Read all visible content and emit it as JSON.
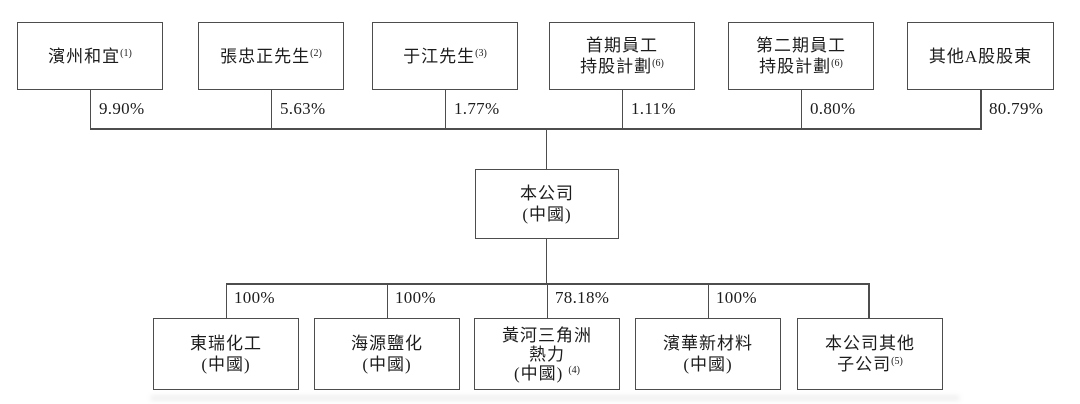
{
  "diagram": {
    "type": "shareholding-structure",
    "colors": {
      "line": "#4d4d4d",
      "text": "#1c1c1c",
      "background": "#ffffff"
    },
    "company": {
      "name": "本公司",
      "location": "(中國)"
    },
    "shareholders": [
      {
        "name": "濱州和宜",
        "note": "(1)",
        "ownership": "9.90%"
      },
      {
        "name": "張忠正先生",
        "note": "(2)",
        "ownership": "5.63%"
      },
      {
        "name": "于江先生",
        "note": "(3)",
        "ownership": "1.77%"
      },
      {
        "line1": "首期員工",
        "line2": "持股計劃",
        "note": "(6)",
        "ownership": "1.11%"
      },
      {
        "line1": "第二期員工",
        "line2": "持股計劃",
        "note": "(6)",
        "ownership": "0.80%"
      },
      {
        "name": "其他A股股東",
        "note": "",
        "ownership": "80.79%"
      }
    ],
    "subsidiaries": [
      {
        "name": "東瑞化工",
        "location": "(中國)",
        "note": "",
        "ownership": "100%"
      },
      {
        "name": "海源鹽化",
        "location": "(中國)",
        "note": "",
        "ownership": "100%"
      },
      {
        "line1": "黃河三角洲",
        "line2": "熱力",
        "location": "(中國)",
        "note": "(4)",
        "ownership": "78.18%"
      },
      {
        "name": "濱華新材料",
        "location": "(中國)",
        "note": "",
        "ownership": "100%"
      },
      {
        "line1": "本公司其他",
        "line2": "子公司",
        "note": "(5)",
        "ownership": ""
      }
    ]
  }
}
